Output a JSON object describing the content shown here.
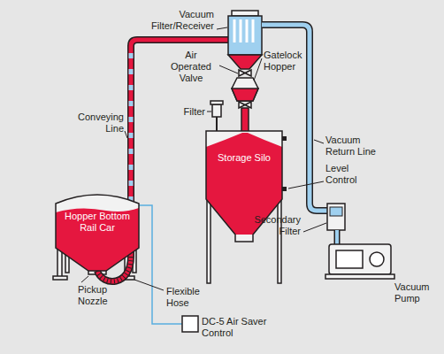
{
  "diagram": {
    "nodes": [
      {
        "text": [
          "Hopper Bottom Rail Car"
        ]
      },
      {
        "text": [
          "Storage Silo"
        ]
      }
    ],
    "labels": [
      "Vacuum Filter/Receiver",
      "Air Operated Valve",
      "Gatelock Hopper",
      "Filter",
      "Conveying Line",
      "Vacuum Return Line",
      "Level Control",
      "Secondary Filter",
      "Vacuum Pump",
      "Pickup Nozzle",
      "Flexible Hose",
      "DC-5 Air Saver Control"
    ]
  }
}
